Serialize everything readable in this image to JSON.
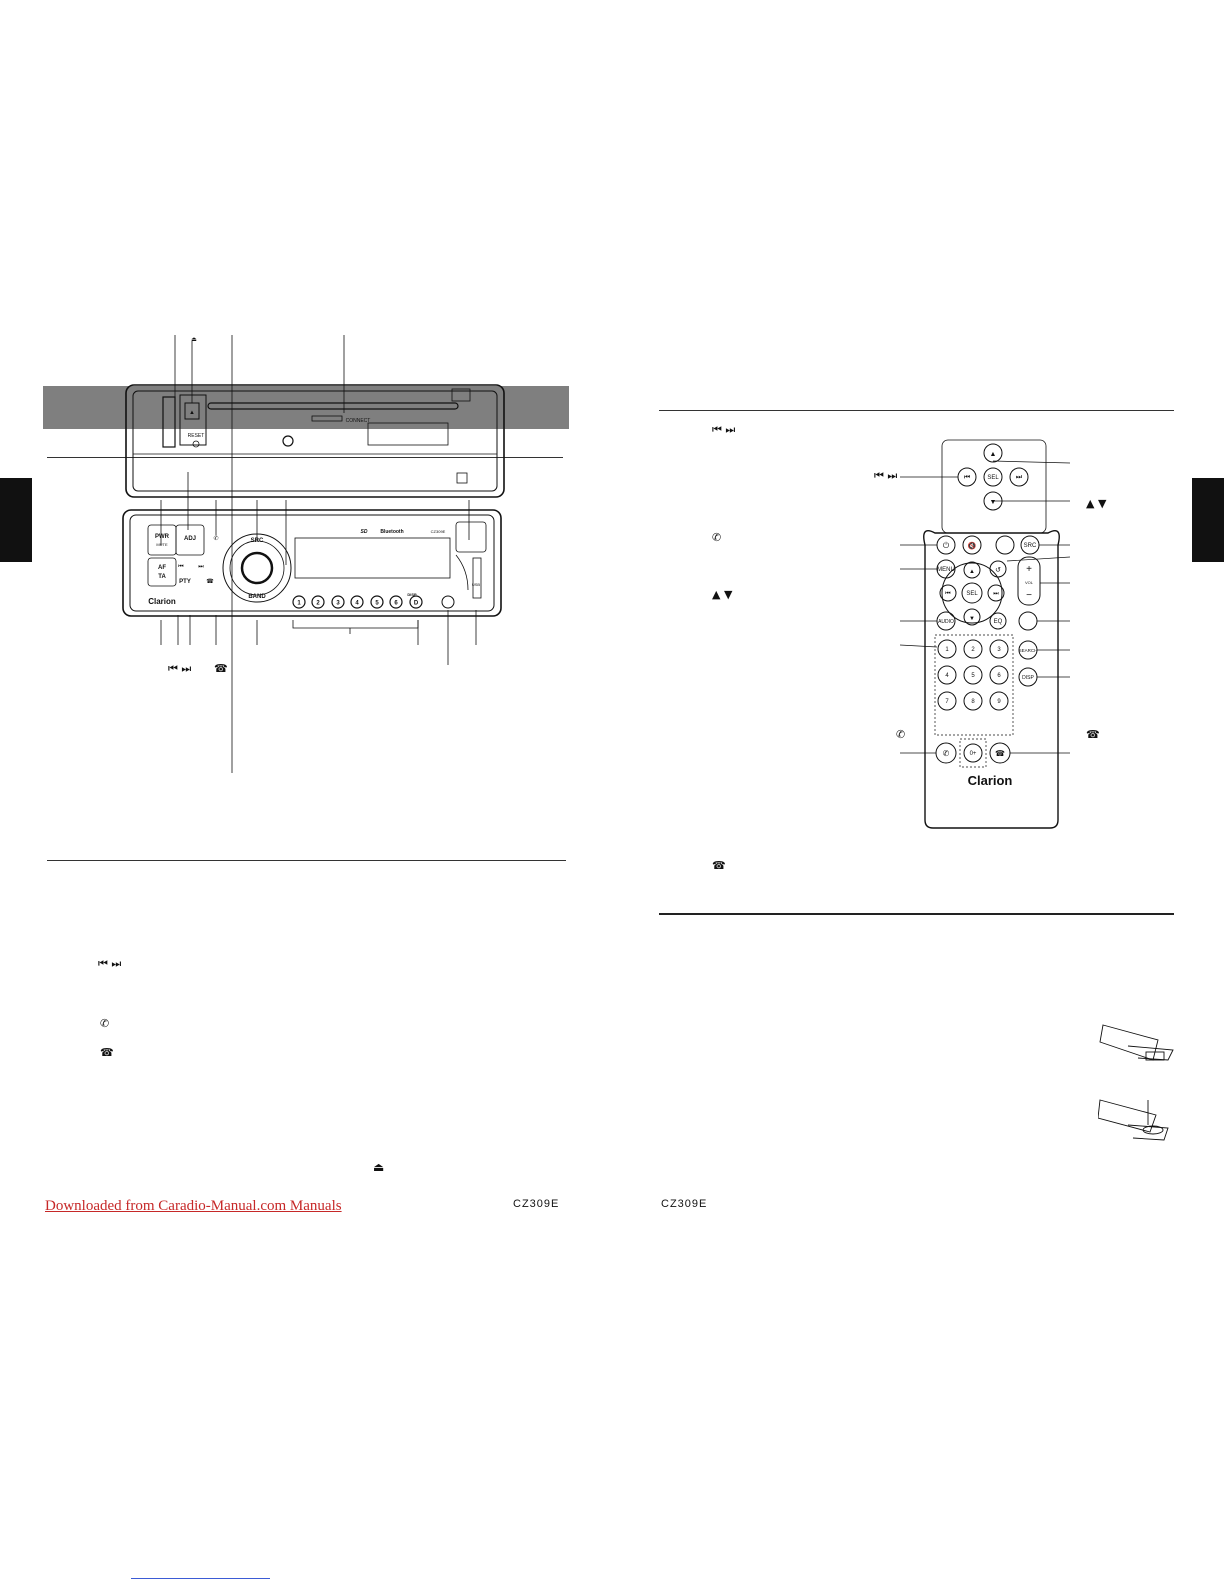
{
  "footer": {
    "link_text": "Downloaded from Caradio-Manual.com Manuals",
    "model_left": "CZ309E",
    "model_right": "CZ309E"
  },
  "front_panel": {
    "btn_pwr": "PWR",
    "btn_pwr_sub": "MUTE",
    "btn_adj": "ADJ",
    "btn_af": "AF",
    "btn_ta": "TA",
    "btn_pty": "PTY",
    "btn_src": "SRC",
    "btn_band": "BAND",
    "btn_disp": "DISP",
    "brand": "Clarion",
    "sd_logo": "SD",
    "bt_logo": "Bluetooth",
    "model_badge": "CZ309E",
    "presets": [
      "1",
      "2",
      "3",
      "4",
      "5",
      "6",
      "D"
    ],
    "usb_label": "USB"
  },
  "rear_panel": {
    "reset_label": "RESET",
    "connect_label": "CONNECT"
  },
  "remote": {
    "btn_sel_top": "SEL",
    "btn_menu": "MENU",
    "btn_sel": "SEL",
    "btn_src": "SRC",
    "btn_vol": "VOL",
    "btn_audio": "AUDIO",
    "btn_eq": "EQ",
    "btn_search": "SEARCH",
    "btn_disp": "DISP",
    "keys": [
      "1",
      "2",
      "3",
      "4",
      "5",
      "6",
      "7",
      "8",
      "9"
    ],
    "key_zero": "0+",
    "brand": "Clarion"
  }
}
